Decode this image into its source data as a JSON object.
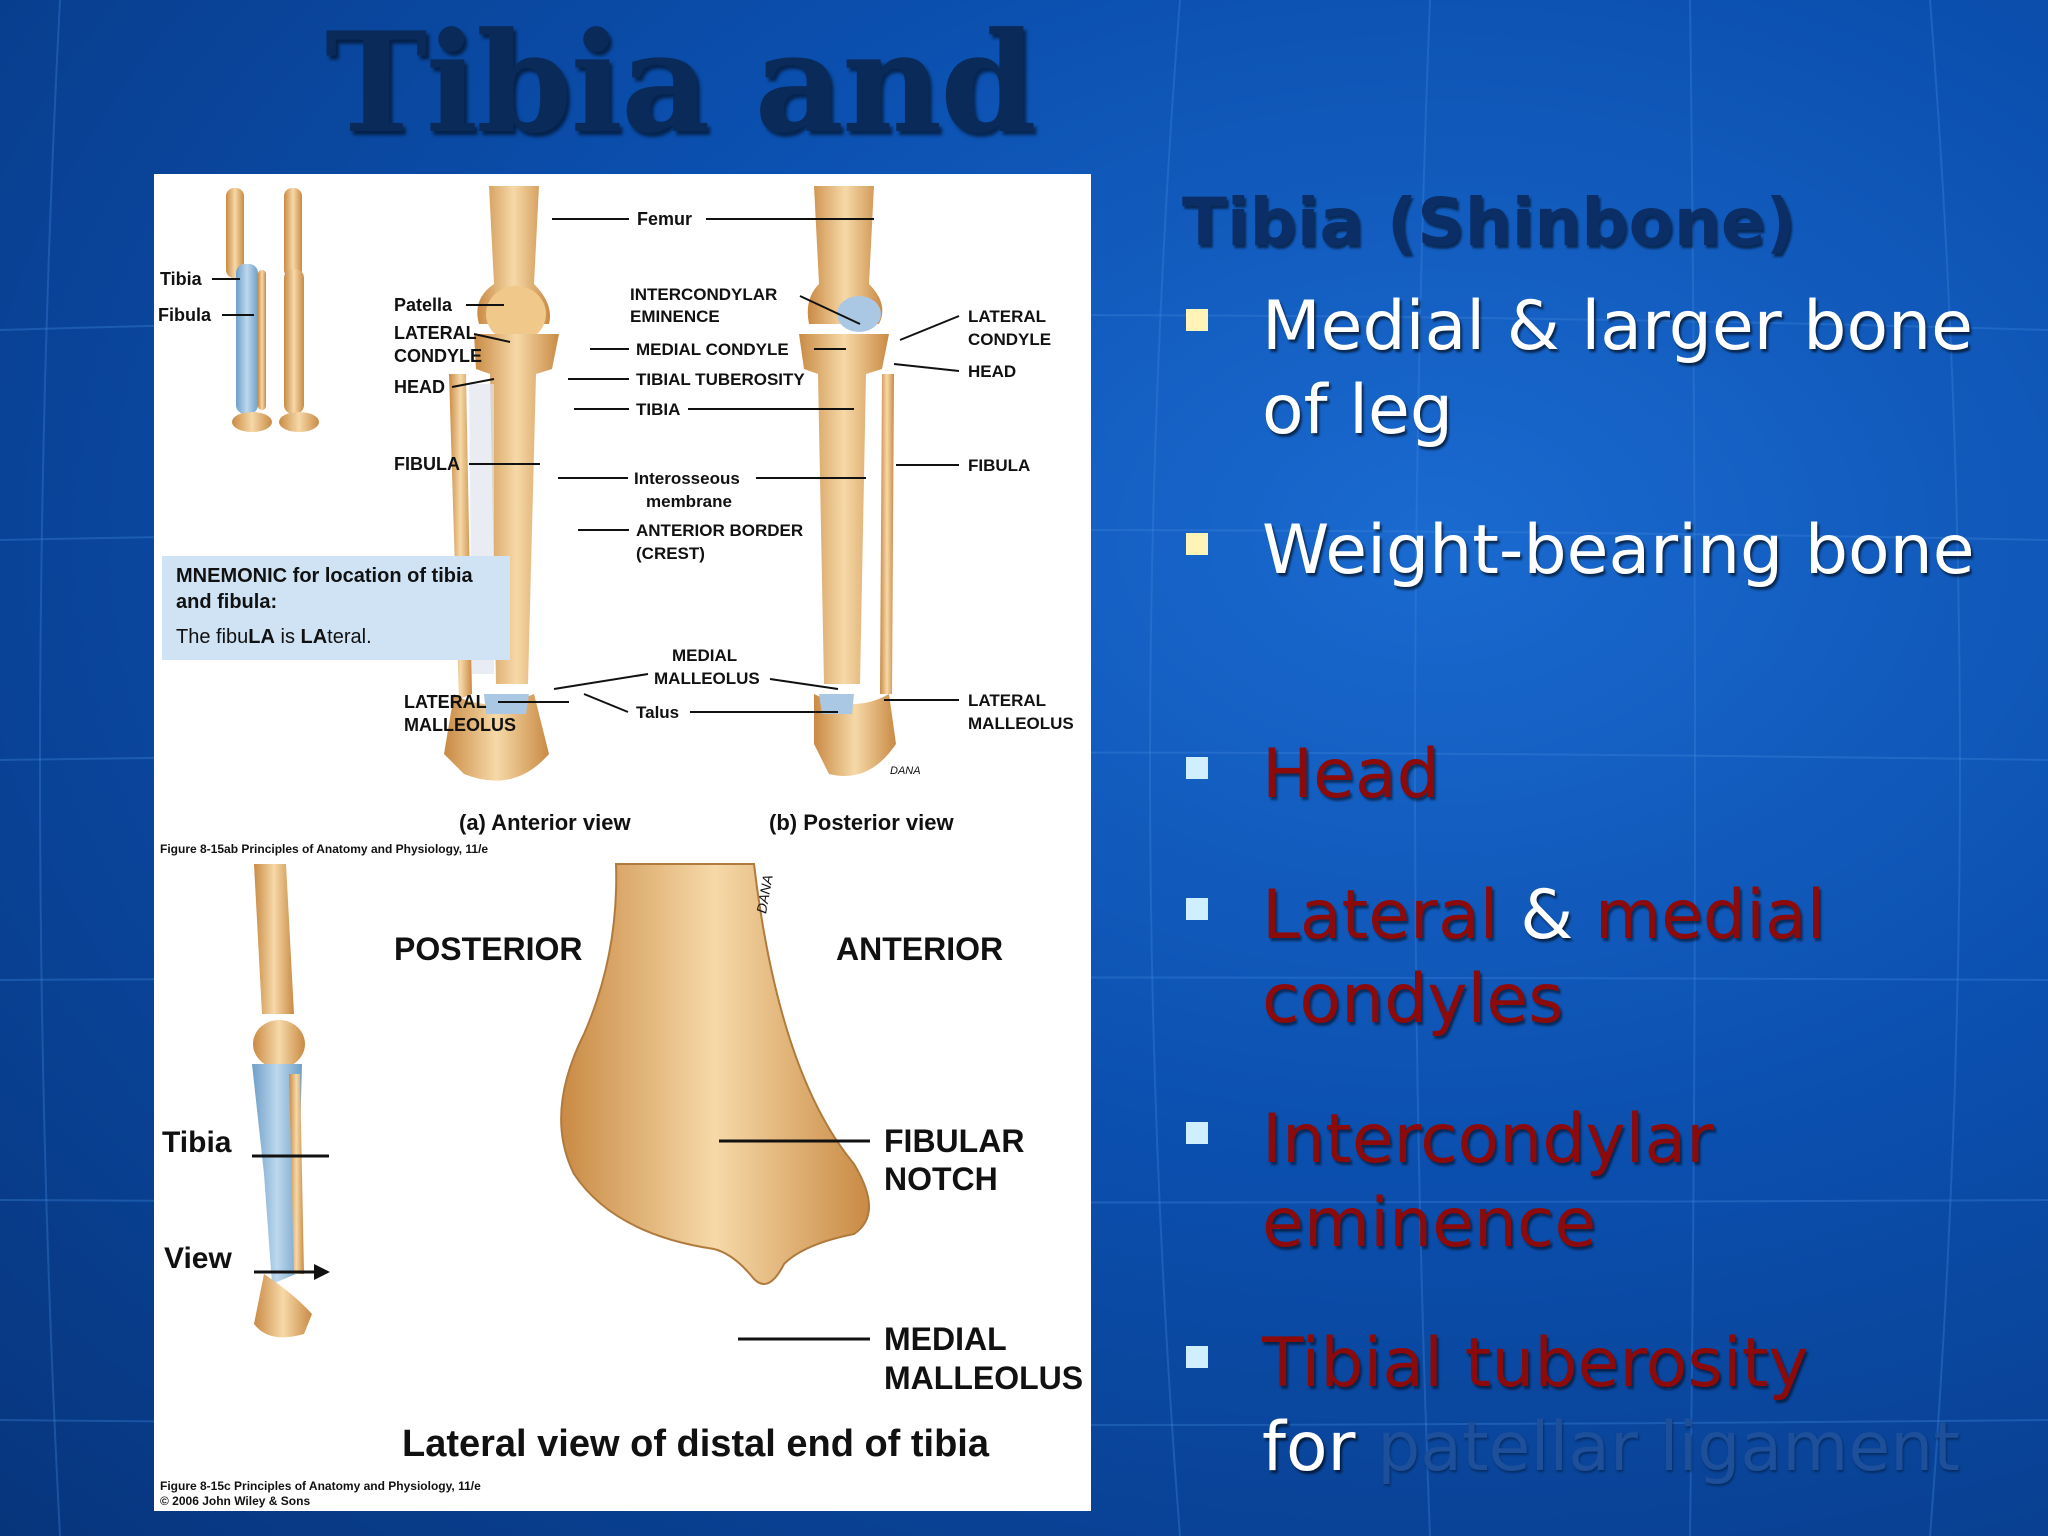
{
  "title": "Tibia and",
  "subheading": "Tibia (Shinbone)",
  "colors": {
    "background": "#0b4fae",
    "title": "#0a2a5a",
    "bullet_marker_light": "#fff4b8",
    "bullet_marker_blue": "#cfefff",
    "term_red": "#8c0a0a"
  },
  "bullets": [
    {
      "text": "Medial & larger bone of leg"
    },
    {
      "text": "Weight-bearing bone"
    },
    {
      "text": "Head"
    },
    {
      "part1": "Lateral",
      "part2": " & ",
      "part3": "medial condyles"
    },
    {
      "text": "Intercondylar eminence"
    },
    {
      "part1": "Tibial tuberosity",
      "part2": "for ",
      "part3": "patellar ligament"
    }
  ],
  "figure": {
    "small_leg_labels": {
      "tibia": "Tibia",
      "fibula": "Fibula"
    },
    "anterior": {
      "femur": "Femur",
      "patella": "Patella",
      "lateral_condyle": "LATERAL CONDYLE",
      "head": "HEAD",
      "fibula": "FIBULA",
      "intercondylar_eminence": "INTERCONDYLAR EMINENCE",
      "medial_condyle": "MEDIAL CONDYLE",
      "tibial_tuberosity": "TIBIAL TUBEROSITY",
      "tibia": "TIBIA",
      "interosseous_membrane": "Interosseous membrane",
      "anterior_border": "ANTERIOR BORDER (CREST)",
      "medial_malleolus": "MEDIAL MALLEOLUS",
      "talus": "Talus",
      "lateral_malleolus": "LATERAL MALLEOLUS",
      "caption": "(a) Anterior view"
    },
    "posterior": {
      "lateral_condyle": "LATERAL CONDYLE",
      "head": "HEAD",
      "fibula": "FIBULA",
      "lateral_malleolus": "LATERAL MALLEOLUS",
      "caption": "(b) Posterior view",
      "artist": "DANA"
    },
    "mnemonic": {
      "line1": "MNEMONIC for location of tibia",
      "line2": "and fibula:",
      "line3_a": "The fibu",
      "line3_b": "LA",
      "line3_c": " is ",
      "line3_d": "LA",
      "line3_e": "teral."
    },
    "credit_ab": "Figure 8-15ab  Principles of Anatomy and Physiology, 11/e",
    "lower": {
      "posterior": "POSTERIOR",
      "anterior": "ANTERIOR",
      "tibia": "Tibia",
      "view": "View",
      "fibular_notch": "FIBULAR NOTCH",
      "medial_malleolus": "MEDIAL MALLEOLUS",
      "caption": "Lateral view of distal end of tibia",
      "artist": "DANA"
    },
    "credit_c1": "Figure 8-15c  Principles of Anatomy and Physiology, 11/e",
    "credit_c2": "© 2006 John Wiley & Sons"
  }
}
